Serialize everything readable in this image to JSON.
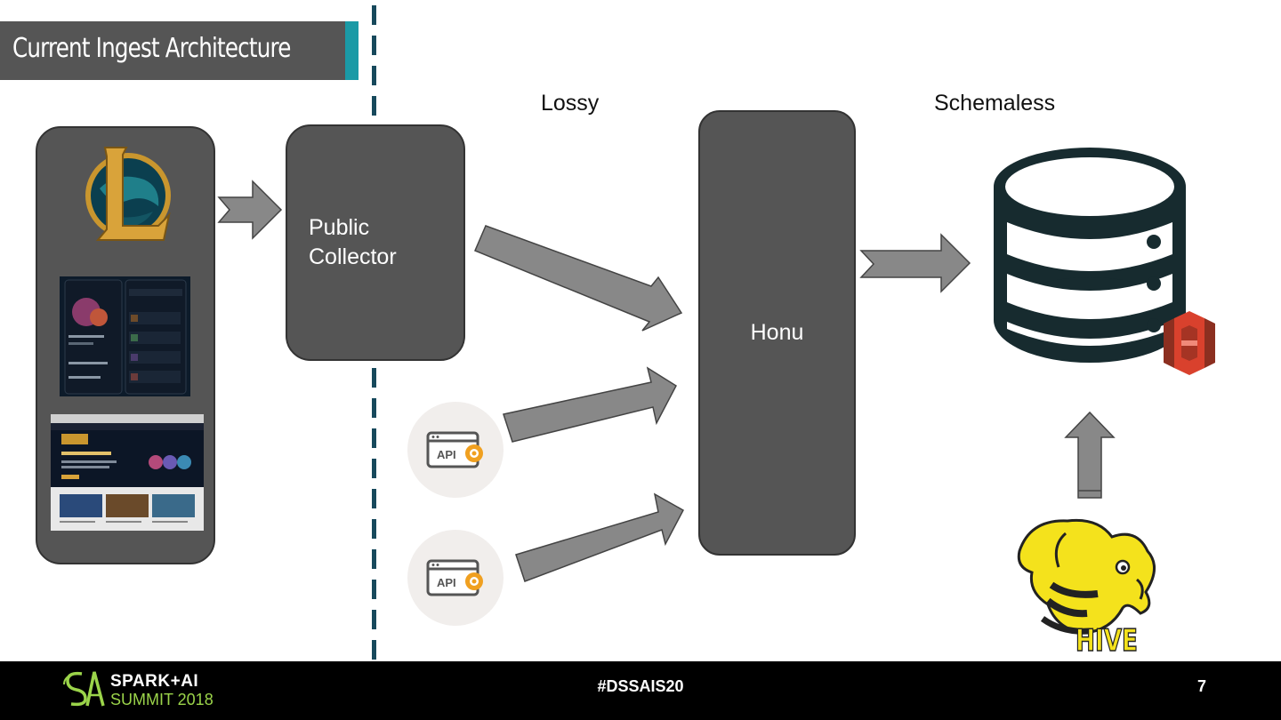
{
  "slide": {
    "title": "Current Ingest Architecture",
    "page_number": "7"
  },
  "labels": {
    "lossy": "Lossy",
    "schemaless": "Schemaless"
  },
  "nodes": {
    "public_collector_line1": "Public",
    "public_collector_line2": "Collector",
    "honu": "Honu",
    "api_label": "API",
    "hive_label": "HIVE"
  },
  "footer": {
    "hashtag": "#DSSAIS20",
    "logo_line1": "SPARK+AI",
    "logo_line2": "SUMMIT 2018"
  },
  "colors": {
    "title_bg": "#555555",
    "title_accent": "#1a9aa6",
    "node_fill": "#555555",
    "arrow_fill": "#888888",
    "divider": "#17495c",
    "database": "#172b2f",
    "s3_red": "#d9412d",
    "hive_yellow": "#f4e21c",
    "logo_green": "#9bd44a"
  }
}
